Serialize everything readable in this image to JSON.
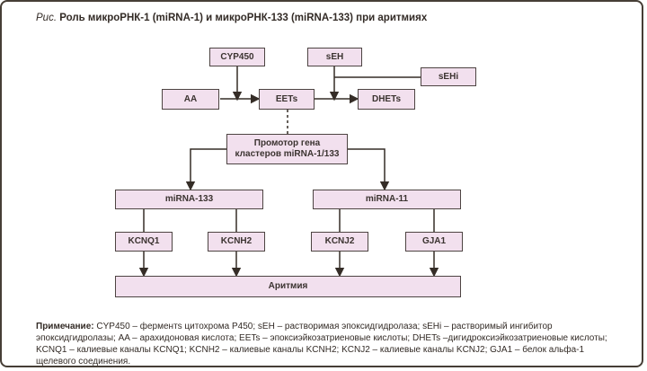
{
  "figure": {
    "label": "Рис.",
    "title": "Роль микроРНК-1 (miRNA-1) и микроРНК-133 (miRNA-133) при аритмиях"
  },
  "diagram": {
    "nodes": {
      "cyp450": "CYP450",
      "seh": "sEH",
      "sehi": "sEHi",
      "aa": "AA",
      "eets": "EETs",
      "dhets": "DHETs",
      "promoter_line1": "Промотор гена",
      "promoter_line2": "кластеров miRNA-1/133",
      "mirna_133": "miRNA-133",
      "mirna_11": "miRNA-11",
      "kcnq1": "KCNQ1",
      "kcnh2": "KCNH2",
      "kcnj2": "KCNJ2",
      "gja1": "GJA1",
      "arrhythmia": "Аритмия"
    },
    "colors": {
      "node_fill": "#f2e0ee",
      "node_border": "#4d4442",
      "connector": "#352d27",
      "frame_border": "#463e36",
      "text": "#332b26"
    }
  },
  "note": {
    "label": "Примечание:",
    "text": "CYP450 – ферментs цитохрома P450; sEH – растворимая эпоксидгидролаза; sEHi – растворимый ингибитор эпоксидгидролазы; AA – арахидоновая кислота; EETs – эпоксиэйкозатриеновые кислоты; DHETs –дигидроксиэйкозатриеновые кислоты; KCNQ1 – калиевые каналы KCNQ1; KCNH2 – калиевые каналы KCNH2; KCNJ2 – калиевые каналы KCNJ2; GJA1 – белок альфа-1 щелевого соединения."
  }
}
